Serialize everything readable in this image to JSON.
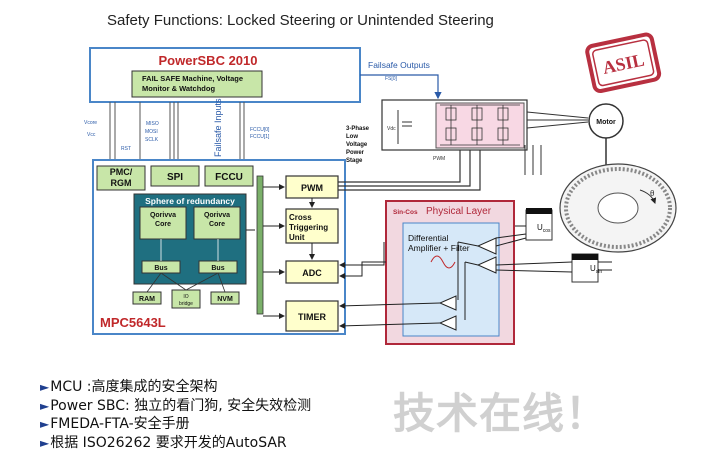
{
  "title": "Safety Functions: Locked Steering or Unintended Steering",
  "asil_stamp": "ASIL",
  "power_sbc": {
    "title": "PowerSBC 2010",
    "failsafe_block": "FAIL SAFE Machine, Voltage Monitor & Watchdog"
  },
  "failsafe_outputs": "Failsafe Outputs",
  "fs0": "FS[0]",
  "signals": {
    "vcore": "Vcore",
    "vcc": "Vcc",
    "rst": "RST",
    "miso": "MISO",
    "mosi": "MOSI",
    "sclk": "SCLK",
    "failsafe_inputs": "Failsafe Inputs",
    "fccu0": "FCCU[0]",
    "fccu1": "FCCU[1]",
    "pwm_small": "PWM"
  },
  "power_stage": {
    "label_lines": [
      "3-Phase",
      "Low",
      "Voltage",
      "Power",
      "Stage"
    ],
    "vdd_label": "Vdc"
  },
  "motor": "Motor",
  "mcu": {
    "name": "MPC5643L",
    "pmc": "PMC/ RGM",
    "spi": "SPI",
    "fccu": "FCCU",
    "sphere": "Sphere of redundancy",
    "core1": "Qorivva Core",
    "core2": "Qorivva Core",
    "bus1": "Bus",
    "bus2": "Bus",
    "ram": "RAM",
    "io_bridge": "IO bridge",
    "nvm": "NVM",
    "pwm": "PWM",
    "cross": "Cross Triggering Unit",
    "adc": "ADC",
    "timer": "TIMER"
  },
  "sincos": {
    "title_small": "Sin-Cos",
    "title": "Physical Layer",
    "diff": "Differential Amplifier + Filter",
    "ucos": "Ucos",
    "usin": "Usin"
  },
  "bullets": [
    "MCU :高度集成的安全架构",
    "Power  SBC: 独立的看门狗, 安全失效检测",
    "FMEDA-FTA-安全手册",
    "根据 ISO26262 要求开发的AutoSAR"
  ],
  "watermark": "技术在线！",
  "colors": {
    "sbc_border": "#4a86c8",
    "sbc_title": "#c0282a",
    "green_block": "#c8e6a8",
    "teal_sphere": "#1f6f80",
    "mcu_name": "#c0282a",
    "sincos_border": "#b0283a",
    "sincos_fill": "#f2d8e0",
    "blue_inner": "#d6e8f8",
    "power_stage_fill": "#f8d8e4"
  }
}
